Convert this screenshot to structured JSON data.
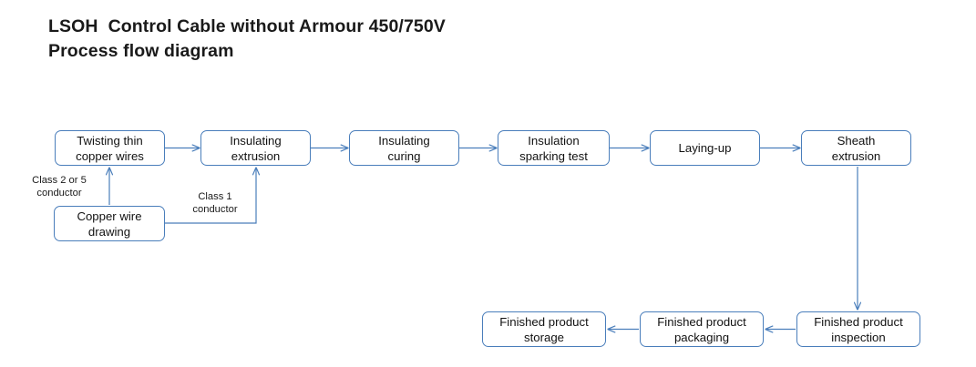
{
  "title": {
    "line1": "LSOH  Control Cable without Armour 450/750V",
    "line2": "Process flow diagram"
  },
  "colors": {
    "box_border": "#4a7ebb",
    "arrow": "#4a7ebb",
    "text": "#111111",
    "background": "#ffffff"
  },
  "nodes": [
    {
      "id": "twisting",
      "label": "Twisting thin\ncopper wires"
    },
    {
      "id": "ins_extr",
      "label": "Insulating\nextrusion"
    },
    {
      "id": "ins_cure",
      "label": "Insulating\ncuring"
    },
    {
      "id": "spark",
      "label": "Insulation\nsparking test"
    },
    {
      "id": "laying",
      "label": "Laying-up"
    },
    {
      "id": "sheath",
      "label": "Sheath\nextrusion"
    },
    {
      "id": "drawing",
      "label": "Copper wire\ndrawing"
    },
    {
      "id": "inspection",
      "label": "Finished product\ninspection"
    },
    {
      "id": "packaging",
      "label": "Finished product\npackaging"
    },
    {
      "id": "storage",
      "label": "Finished product\nstorage"
    }
  ],
  "edge_labels": [
    {
      "id": "class25",
      "text": "Class 2 or 5\nconductor"
    },
    {
      "id": "class1",
      "text": "Class 1\nconductor"
    }
  ],
  "connections": [
    {
      "from": "twisting",
      "to": "ins_extr",
      "kind": "arrow-right"
    },
    {
      "from": "ins_extr",
      "to": "ins_cure",
      "kind": "arrow-right"
    },
    {
      "from": "ins_cure",
      "to": "spark",
      "kind": "arrow-right"
    },
    {
      "from": "spark",
      "to": "laying",
      "kind": "arrow-right"
    },
    {
      "from": "laying",
      "to": "sheath",
      "kind": "arrow-right"
    },
    {
      "from": "drawing",
      "to": "twisting",
      "kind": "arrow-up"
    },
    {
      "from": "drawing",
      "to": "ins_extr",
      "kind": "elbow-up"
    },
    {
      "from": "sheath",
      "to": "inspection",
      "kind": "arrow-down"
    },
    {
      "from": "inspection",
      "to": "packaging",
      "kind": "arrow-left"
    },
    {
      "from": "packaging",
      "to": "storage",
      "kind": "arrow-left"
    }
  ]
}
